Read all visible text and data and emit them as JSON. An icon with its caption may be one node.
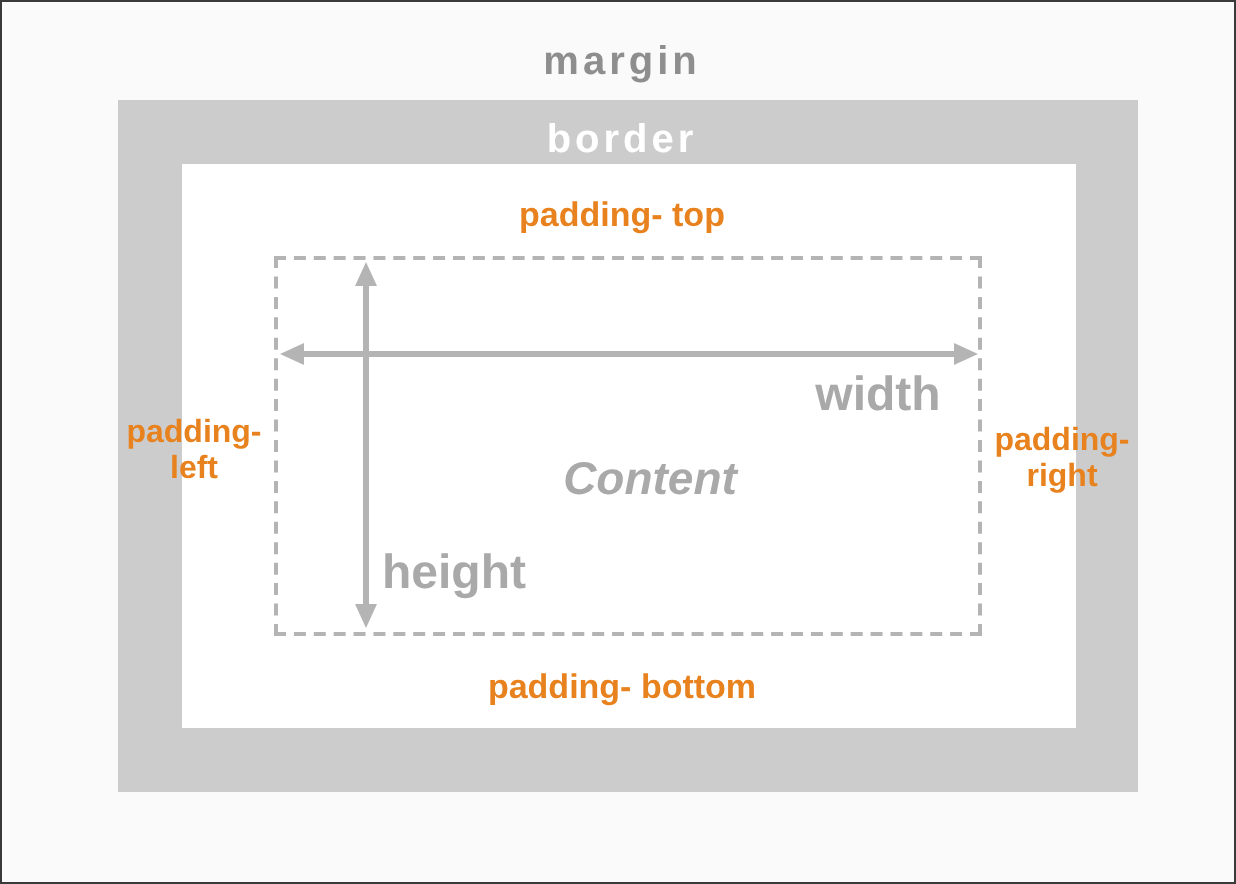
{
  "diagram": {
    "nodes": [
      {
        "text": [
          "margin"
        ]
      },
      {
        "text": [
          "border"
        ],
        "in": 0
      },
      {
        "text": [
          "padding- top",
          "padding- left",
          "padding- right",
          "padding- bottom"
        ],
        "in": 1
      },
      {
        "text": [
          "Content"
        ],
        "in": 2
      }
    ],
    "labels": [
      "width",
      "height"
    ]
  }
}
